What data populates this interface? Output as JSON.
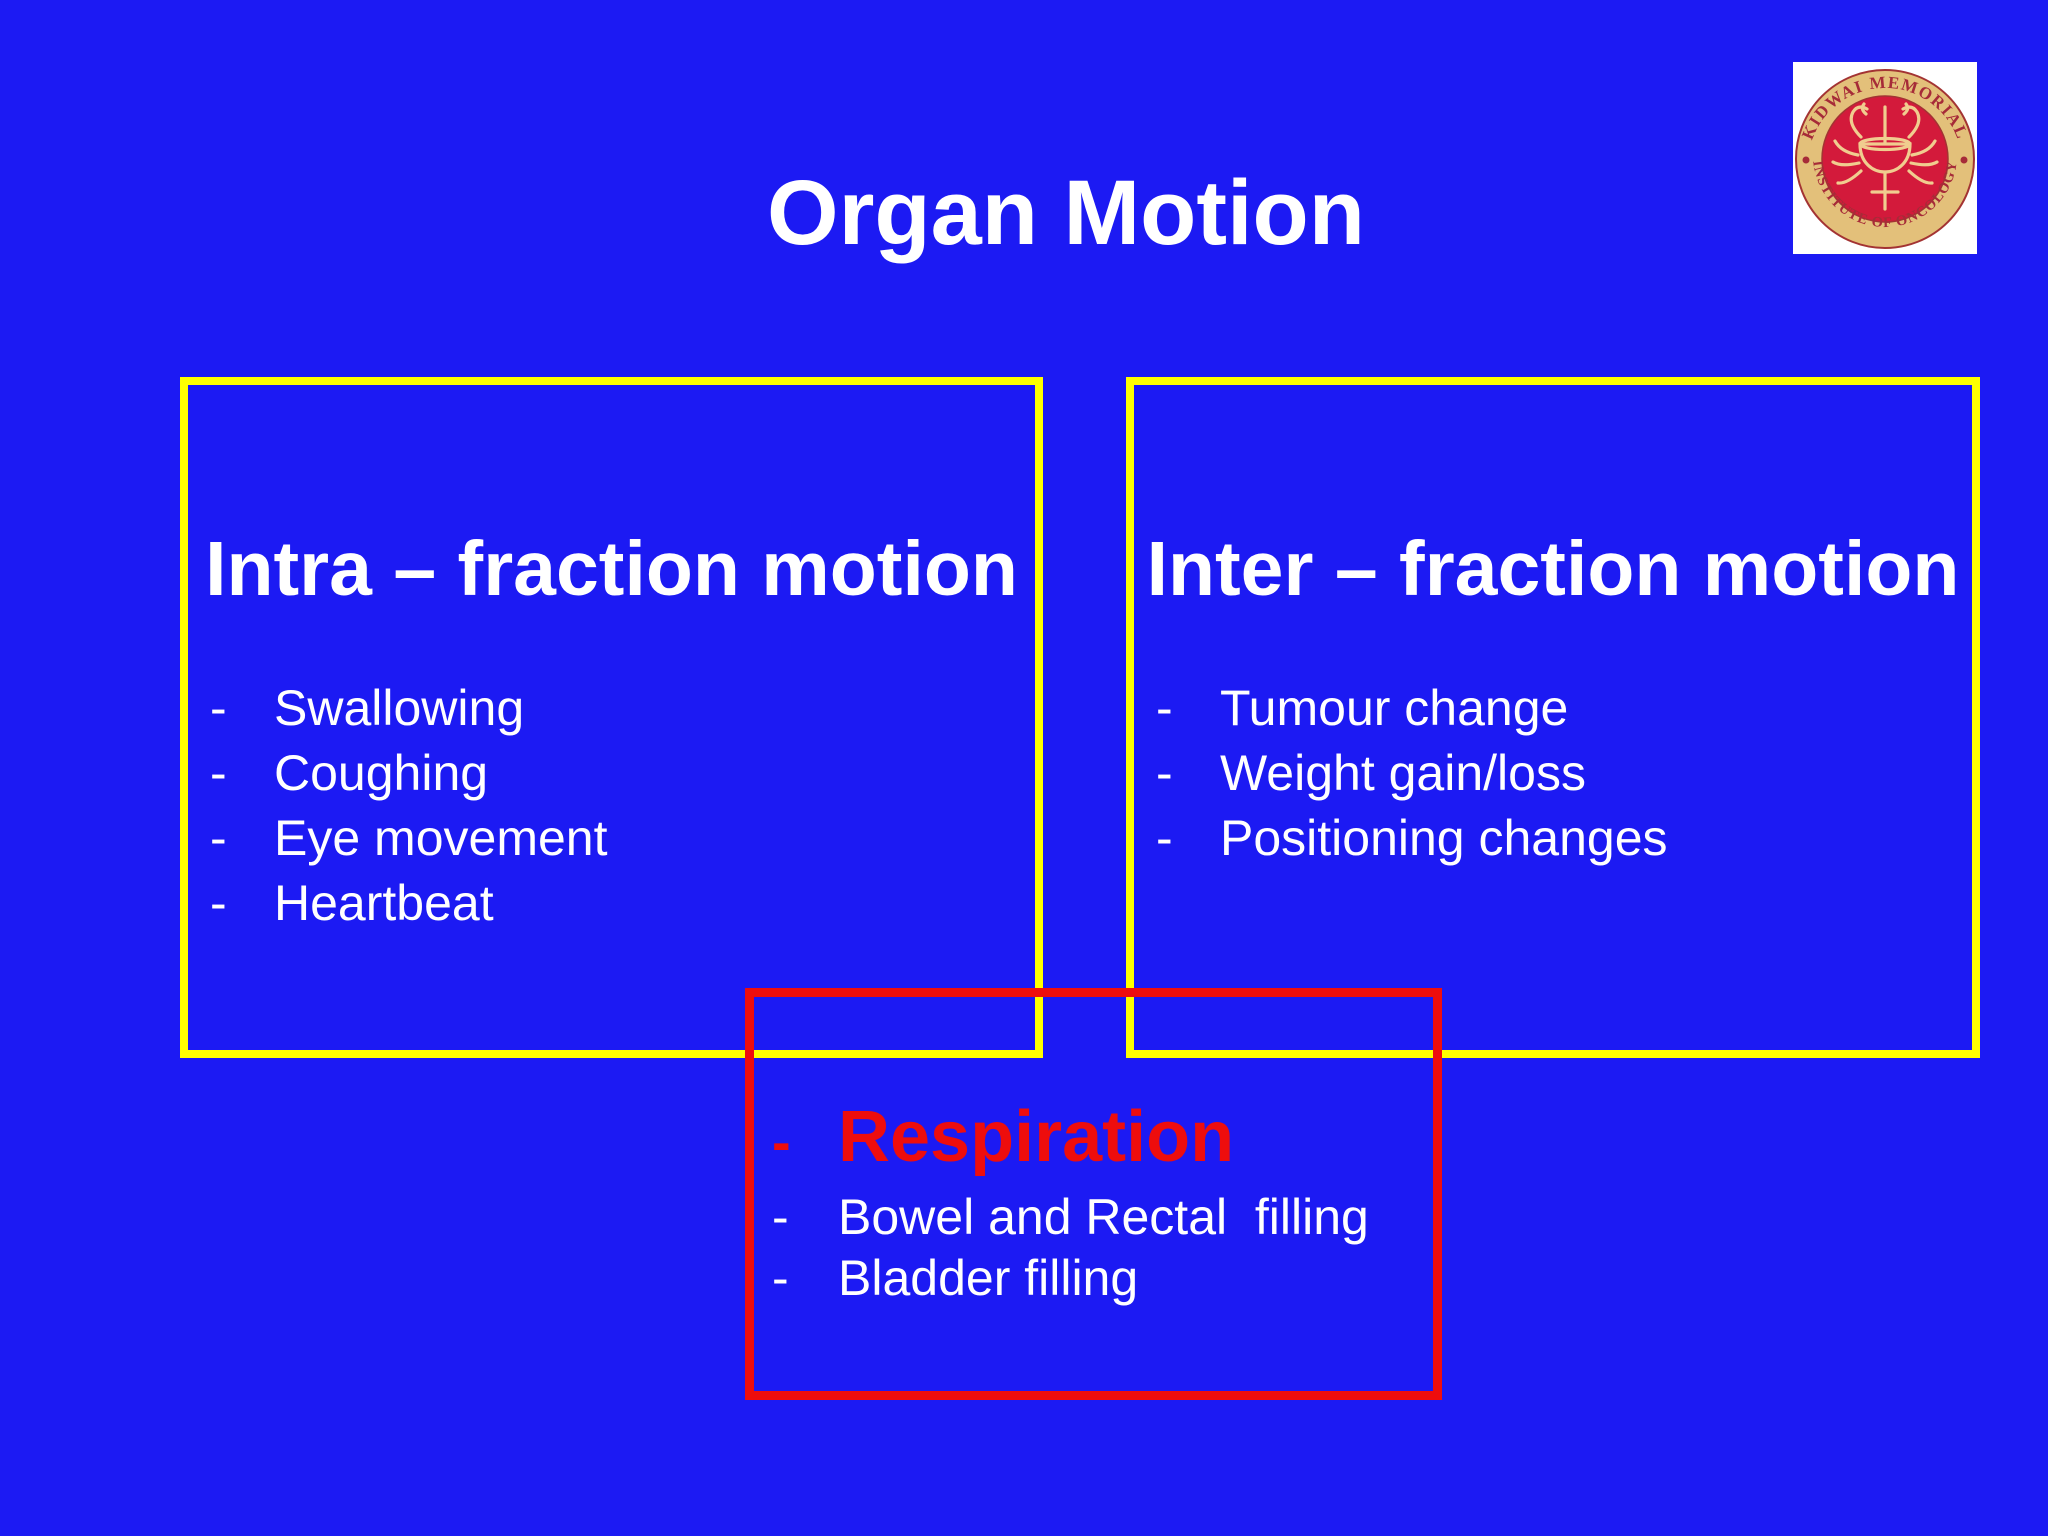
{
  "slide": {
    "title": "Organ Motion",
    "background_color": "#1c1af3",
    "title_color": "#ffffff"
  },
  "bullet_char": "-",
  "logo": {
    "name": "Kidwai Memorial Institute of Oncology seal",
    "arc_top": "KIDWAI  MEMORIAL",
    "arc_bottom": "INSTITUTE  OF  ONCOLOGY",
    "colors": {
      "background": "#ffffff",
      "ring": "#e3c07a",
      "inner": "#d31a3b",
      "ring_text": "#a62b38",
      "emblem": "#f0cd8f"
    }
  },
  "boxes": {
    "intra": {
      "title": "Intra – fraction motion",
      "border_color": "#ffff00",
      "items": [
        "Swallowing",
        "Coughing",
        "Eye movement",
        "Heartbeat"
      ]
    },
    "inter": {
      "title": "Inter – fraction motion",
      "border_color": "#ffff00",
      "items": [
        "Tumour change",
        "Weight gain/loss",
        "Positioning changes"
      ]
    },
    "overlap": {
      "border_color": "#ee0d0d",
      "highlight_color": "#ee0d0d",
      "items": [
        "Respiration",
        "Bowel and Rectal  filling",
        "Bladder filling"
      ]
    }
  }
}
